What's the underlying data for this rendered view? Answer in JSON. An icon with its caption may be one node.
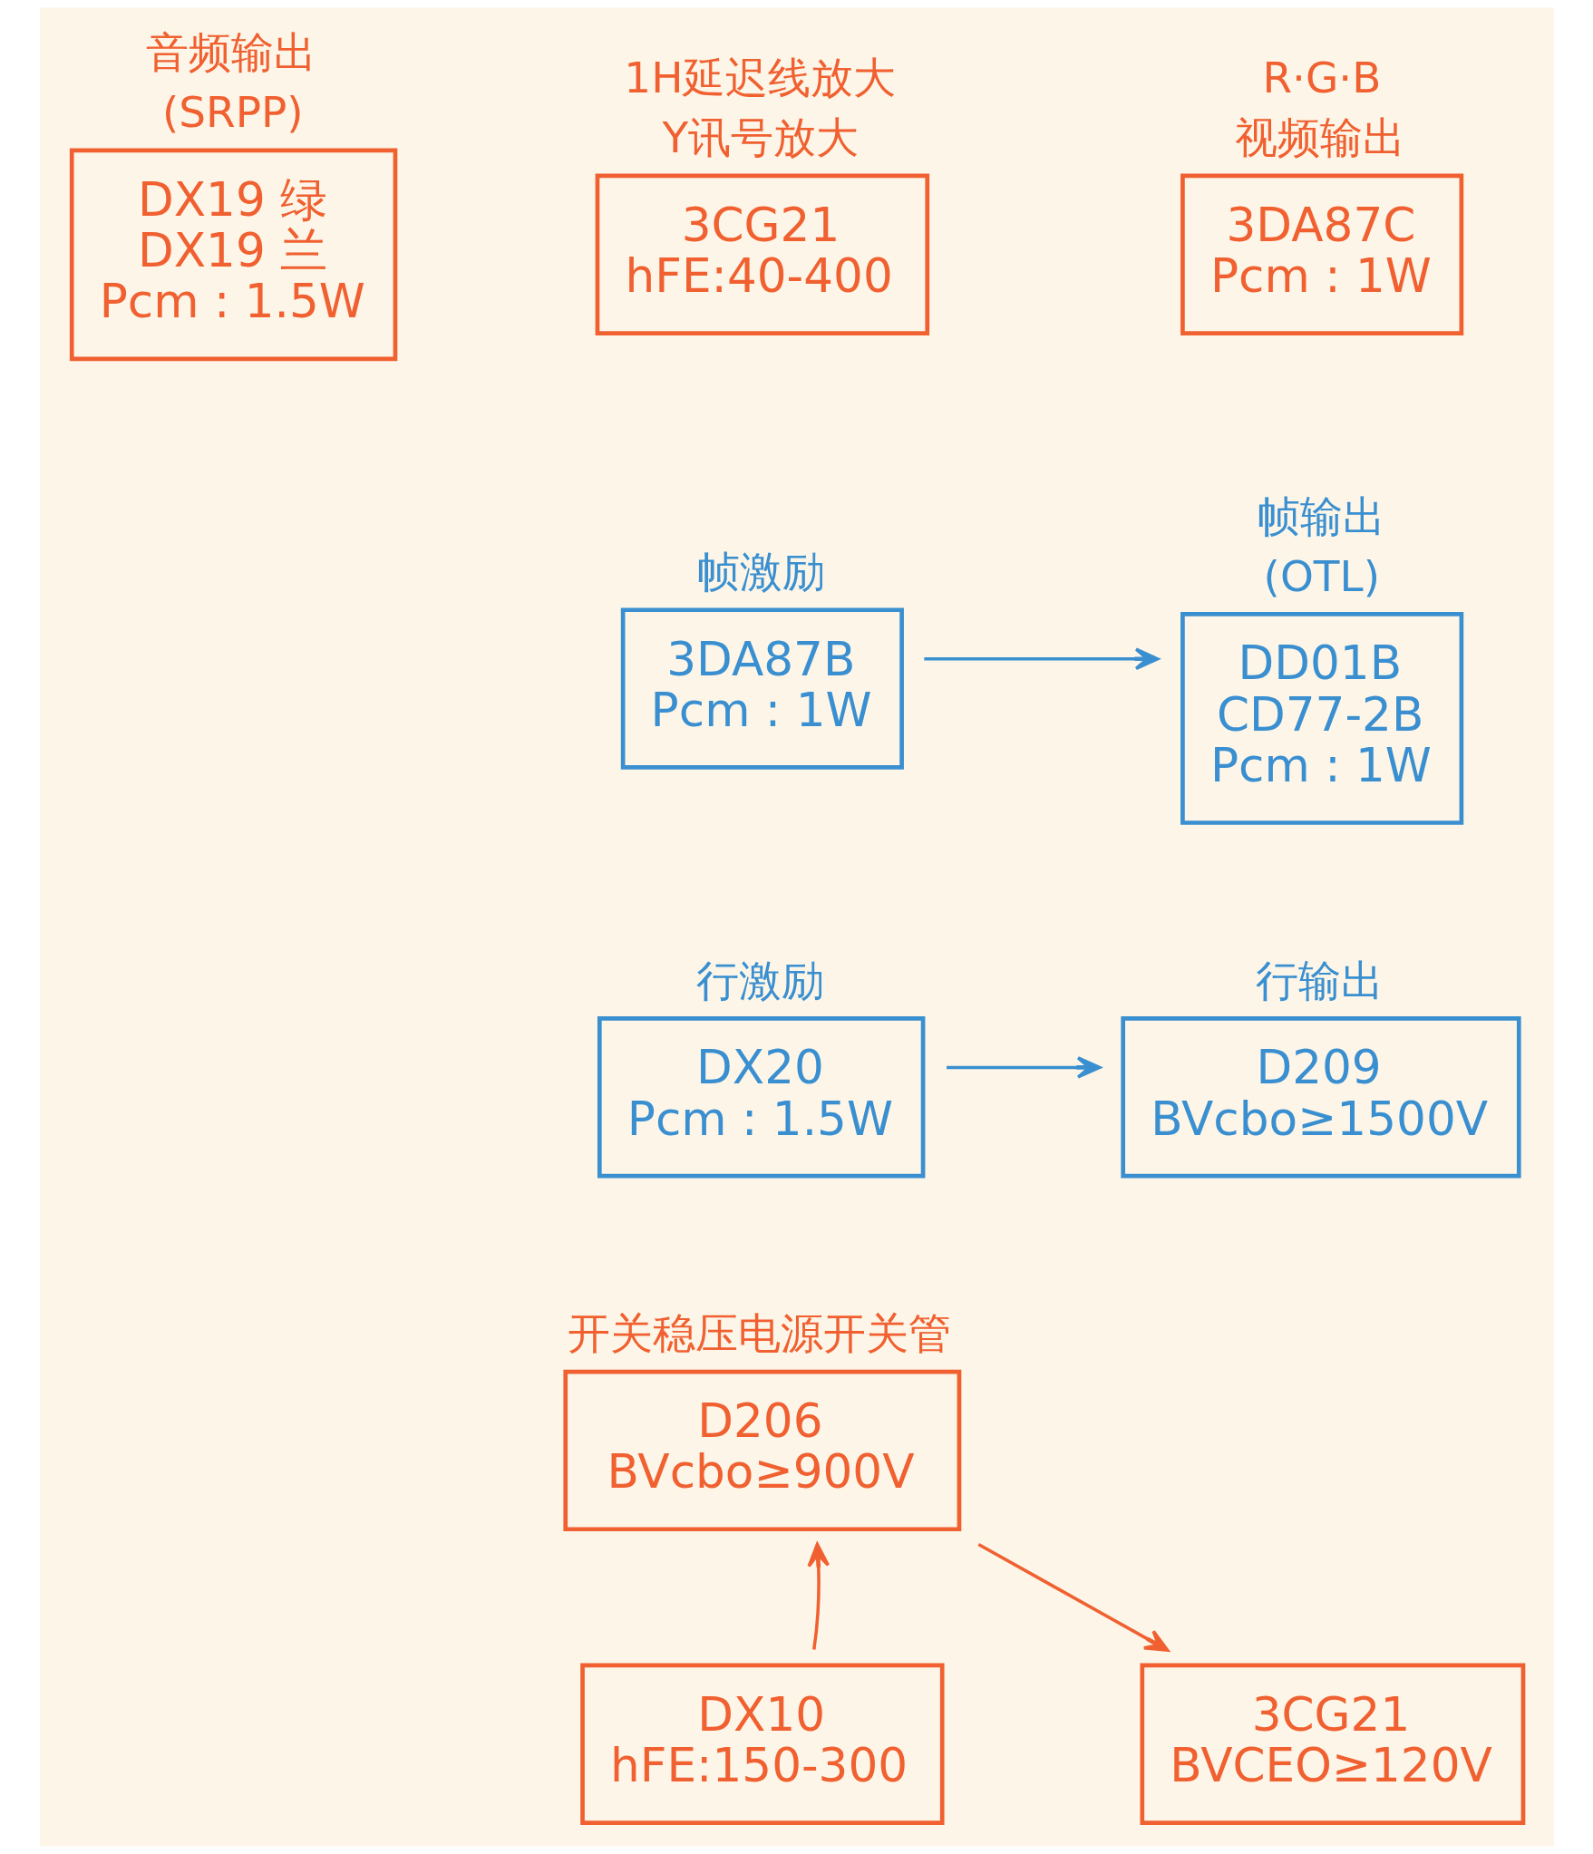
{
  "diagram": {
    "nodes": [
      {
        "text": [
          "音频输出",
          "(SRPP)",
          "DX19 绿",
          "DX19 兰",
          "Pcm : 1.5W"
        ]
      },
      {
        "text": [
          "1H延迟线放大",
          "Y讯号放大",
          "3CG21",
          "hFE:40-400"
        ]
      },
      {
        "text": [
          "R·G·B",
          "视频输出",
          "3DA87C",
          "Pcm : 1W"
        ]
      },
      {
        "text": [
          "帧激励",
          "3DA87B",
          "Pcm : 1W"
        ]
      },
      {
        "text": [
          "帧输出",
          "(OTL)",
          "DD01B",
          "CD77-2B",
          "Pcm : 1W"
        ]
      },
      {
        "text": [
          "行激励",
          "DX20",
          "Pcm : 1.5W"
        ]
      },
      {
        "text": [
          "行输出",
          "D209",
          "BVcbo≥1500V"
        ]
      },
      {
        "text": [
          "开关稳压电源开关管",
          "D206",
          "BVcbo≥900V"
        ]
      },
      {
        "text": [
          "DX10",
          "hFE:150-300"
        ]
      },
      {
        "text": [
          "3CG21",
          "BVCEO≥120V"
        ]
      }
    ],
    "edges": [
      {
        "from": 3,
        "to": 4,
        "arrow": "to",
        "color": "#3a8fd0"
      },
      {
        "from": 5,
        "to": 6,
        "arrow": "to",
        "color": "#3a8fd0"
      },
      {
        "from": 8,
        "to": 7,
        "arrow": "to",
        "color": "#f06030"
      },
      {
        "from": 7,
        "to": 9,
        "arrow": "to",
        "color": "#f06030"
      }
    ]
  }
}
